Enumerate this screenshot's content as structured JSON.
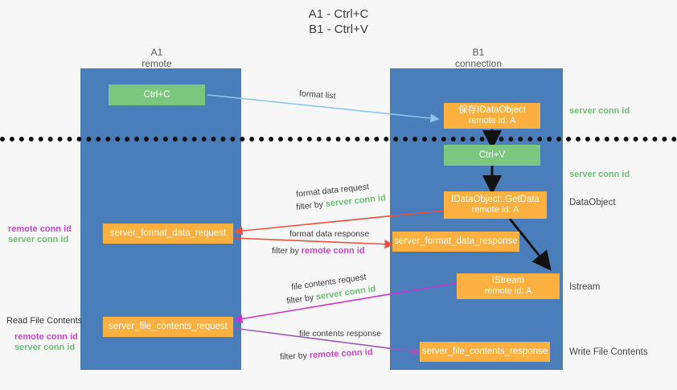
{
  "title": {
    "line1": "A1 - Ctrl+C",
    "line2": "B1 - Ctrl+V"
  },
  "columns": {
    "left": {
      "name": "A1",
      "sub": "remote"
    },
    "right": {
      "name": "B1",
      "sub": "connection"
    }
  },
  "boxes": {
    "ctrl_c": {
      "label": "Ctrl+C"
    },
    "ctrl_v": {
      "label": "Ctrl+V"
    },
    "save_idataobject": {
      "line1": "保存IDataObject",
      "line2": "remote id: A"
    },
    "getdata": {
      "line1": "IDataObject::GetData",
      "line2": "remote id: A"
    },
    "istream": {
      "line1": "IStream",
      "line2": "remote id: A"
    },
    "server_format_data_request": {
      "label": "server_format_data_request"
    },
    "server_format_data_response": {
      "label": "server_format_data_response"
    },
    "server_file_contents_request": {
      "label": "server_file_contents_request"
    },
    "server_file_contents_response": {
      "label": "server_file_contents_response"
    }
  },
  "arrow_labels": {
    "format_list": "format list",
    "format_data_request": "format data request",
    "format_data_request_filter_prefix": "filter by ",
    "format_data_request_filter_key": "server conn id",
    "format_data_response": "format data response",
    "format_data_response_filter_prefix": "filter by ",
    "format_data_response_filter_key": "remote conn id",
    "file_contents_request": "file contents request",
    "file_contents_request_filter_prefix": "filter by ",
    "file_contents_request_filter_key": "server conn id",
    "file_contents_response": "file contents response",
    "file_contents_response_filter_prefix": "filter by ",
    "file_contents_response_filter_key": "remote conn id"
  },
  "side_labels": {
    "right_server_conn_id_top": "server conn id",
    "right_server_conn_id_mid": "server conn id",
    "right_dataobject": "DataObject",
    "right_istream": "Istream",
    "right_write_file_contents": "Write File Contents",
    "left_remote_conn_id_1": "remote conn id",
    "left_server_conn_id_1": "server conn id",
    "left_read_file_contents": "Read File Contents",
    "left_remote_conn_id_2": "remote conn id",
    "left_server_conn_id_2": "server conn id"
  },
  "colors": {
    "lane": "#4a7ebb",
    "green_box": "#7bc77f",
    "orange_box": "#fbb040",
    "server_conn_id": "#6cbf73",
    "remote_conn_id": "#cc44cc",
    "arrow_blue": "#8fc5e8",
    "arrow_red": "#e8513c",
    "arrow_magenta": "#cc33cc",
    "arrow_purple": "#9b59b6",
    "arrow_black": "#111111",
    "background": "#f7f7f7"
  }
}
